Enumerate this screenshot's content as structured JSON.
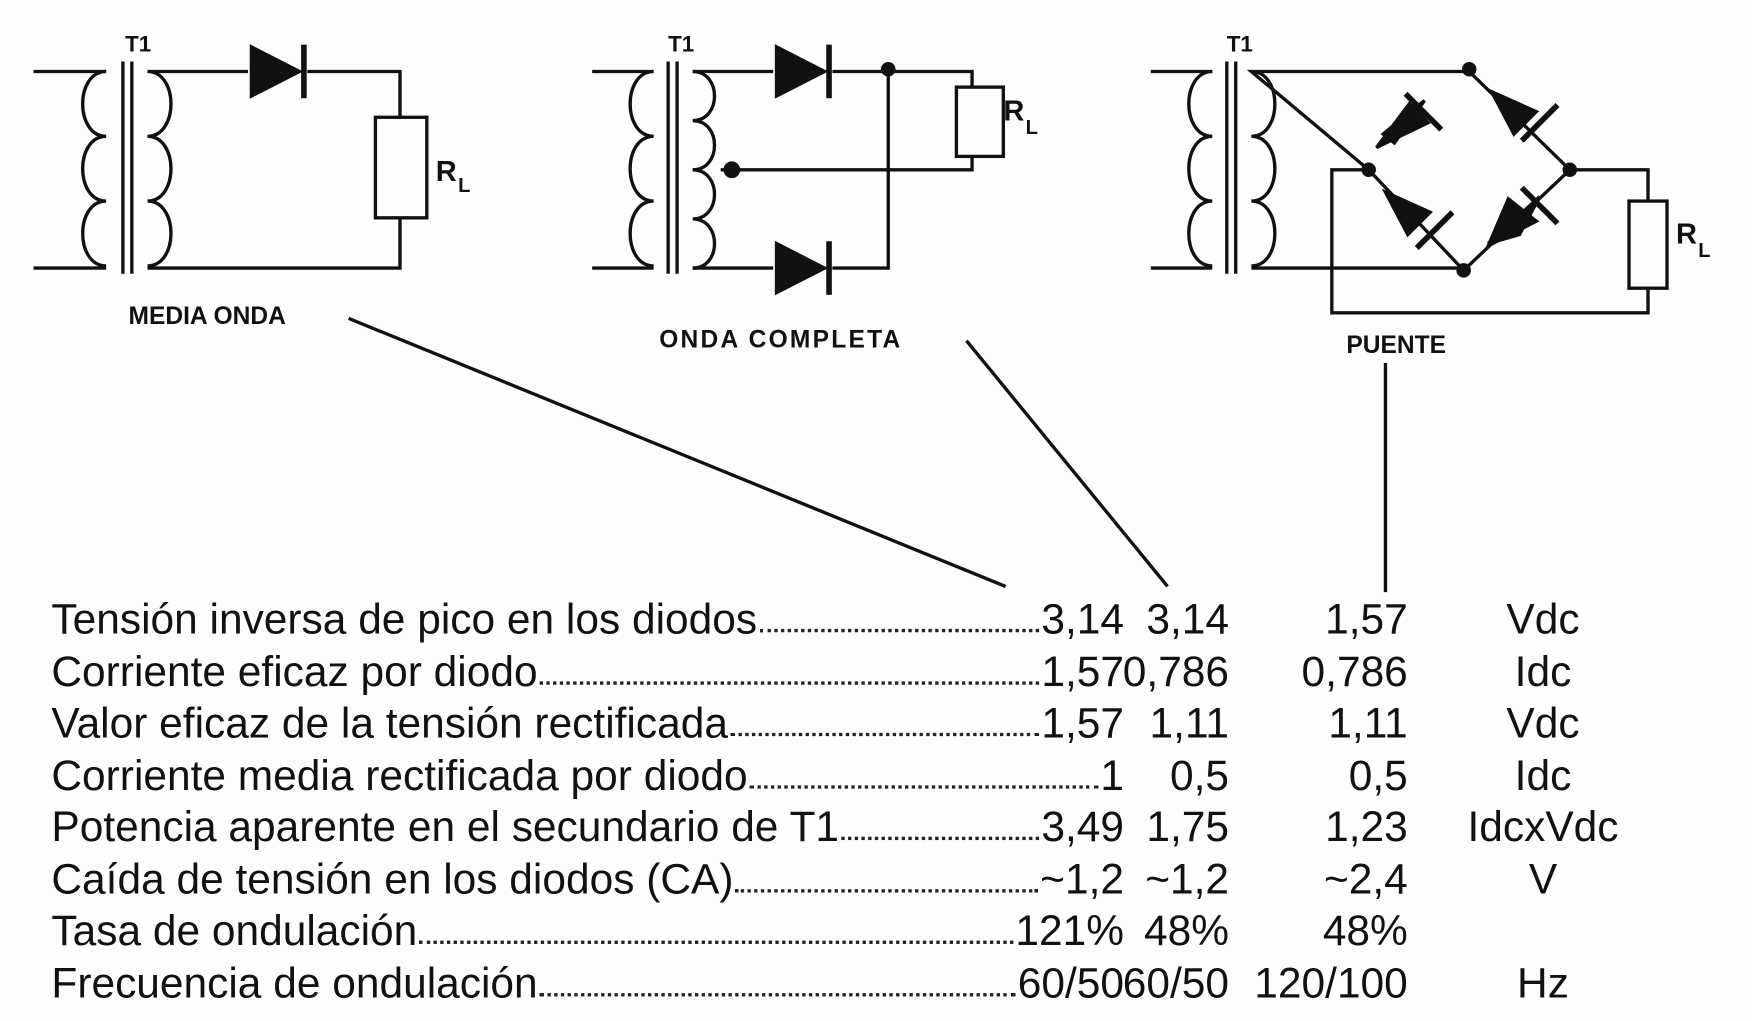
{
  "circuits": {
    "half_wave": {
      "transformer": "T1",
      "load": "R",
      "load_sub": "L",
      "caption": "MEDIA ONDA"
    },
    "full_wave": {
      "transformer": "T1",
      "load": "R",
      "load_sub": "L",
      "caption": "ONDA COMPLETA"
    },
    "bridge": {
      "transformer": "T1",
      "load": "R",
      "load_sub": "L",
      "caption": "PUENTE"
    }
  },
  "table": {
    "rows": [
      {
        "label": "Tensión inversa de pico en los diodos",
        "half": "3,14",
        "full": "3,14",
        "bridge": "1,57",
        "unit": "Vdc"
      },
      {
        "label": "Corriente eficaz por diodo",
        "half": "1,57",
        "full": "0,786",
        "bridge": "0,786",
        "unit": "Idc"
      },
      {
        "label": "Valor eficaz de la tensión rectificada",
        "half": "1,57",
        "full": "1,11",
        "bridge": "1,11",
        "unit": "Vdc"
      },
      {
        "label": "Corriente media rectificada por diodo",
        "half": "1",
        "full": "0,5",
        "bridge": "0,5",
        "unit": "Idc"
      },
      {
        "label": "Potencia aparente en el secundario de T1",
        "half": "3,49",
        "full": "1,75",
        "bridge": "1,23",
        "unit": "IdcxVdc"
      },
      {
        "label": "Caída de tensión en los diodos (CA)",
        "half": "~1,2",
        "full": "~1,2",
        "bridge": "~2,4",
        "unit": "V"
      },
      {
        "label": "Tasa de ondulación",
        "half": "121%",
        "full": "48%",
        "bridge": "48%",
        "unit": ""
      },
      {
        "label": "Frecuencia de ondulación",
        "half": "60/50",
        "full": "60/50",
        "bridge": "120/100",
        "unit": "Hz"
      }
    ]
  }
}
